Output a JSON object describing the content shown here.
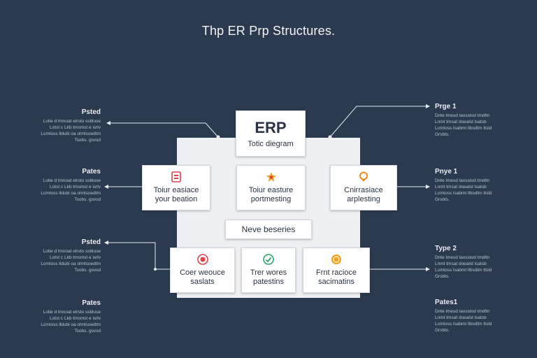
{
  "title": "Thp ER Prp Structures.",
  "center": {
    "erp_label": "ERP",
    "erp_sub": "Totic diegram",
    "middle_label": "Neve beseries"
  },
  "modules": [
    {
      "l1": "Toiur easiace",
      "l2": "your beation",
      "icon": "document-icon",
      "color": "#e0404a"
    },
    {
      "l1": "Toiur easture",
      "l2": "portmesting",
      "icon": "star-icon",
      "color": "#f0a020"
    },
    {
      "l1": "Cnirrasiace",
      "l2": "arplesting",
      "icon": "location-pin-icon",
      "color": "#f08a1e"
    },
    {
      "l1": "Coer weouce",
      "l2": "saslats",
      "icon": "target-icon",
      "color": "#e0404a"
    },
    {
      "l1": "Trer wores",
      "l2": "patestins",
      "icon": "check-circle-icon",
      "color": "#2aa86a"
    },
    {
      "l1": "Frnt racioce",
      "l2": "sacimatins",
      "icon": "coin-icon",
      "color": "#f0a020"
    }
  ],
  "left_notes": [
    {
      "head": "Psted",
      "lines": [
        "Lotie d  lmnoat elrsto ssbluse",
        "Lotst c  Lkb tmsmst e isrlv",
        "Lcmtoss lldubi oa olmtsoedtm",
        "Tsobs.                    gsvsd"
      ]
    },
    {
      "head": "Pates",
      "lines": [
        "Lotie d  lmnoat elrsto ssbluse",
        "Lotst c  Lkb tmsmst e isrlv",
        "Lcmtoss lldubi oa olmtsoedtm",
        "Tsobs.                    gsvsd"
      ]
    },
    {
      "head": "Psted",
      "lines": [
        "Lotie d  lmnoat elrsto ssbluse",
        "Lotst c  Lkb tmsmst e isrlv",
        "Lcmtoss lldubi oa olmtsoedtm",
        "Tsobs.                    gsvsd"
      ]
    },
    {
      "head": "Pates",
      "lines": [
        "Lotie d  lmnoat elrsto ssbluse",
        "Lotst c  Lkb tmsmst e isrlv",
        "Lcmtoss lldubi oa olmtsoedtm",
        "Tsobs.                    gsvsd"
      ]
    }
  ],
  "right_notes": [
    {
      "head": "Prge 1",
      "lines": [
        "Dnte  lmesd laosstod  tmdltn",
        "Lnmt  tmsat  doealst  lsatsb",
        "Lcmtoss  lsabmt  llbsdtm  ttsld",
        "Grsbts.                        "
      ]
    },
    {
      "head": "Pnye 1",
      "lines": [
        "Dnte  lmesd laosstod  tmdltn",
        "Lnmt  tmsat  doealst  lsatsb",
        "Lcmtoss  lsabmt  llbsdtm  ttsld",
        "Grsbts.                        "
      ]
    },
    {
      "head": "Type 2",
      "lines": [
        "Dnte  lmesd laosstod  tmdltn",
        "Lnmt  tmsat  doealst  lsatsb",
        "Lcmtoss  lsabmt  llbsdtm  ttsld",
        "Grsbts.                        "
      ]
    },
    {
      "head": "Pates1",
      "lines": [
        "Dnte  lmesd laosstod  tmdltn",
        "Lnmt  tmsat  doealst  lsatsb",
        "Lcmtoss  lsabmt  llbsdtm  ttsld",
        "Grsbts.                        "
      ]
    }
  ],
  "colors": {
    "background": "#2b3a4f",
    "panel": "#eef0f2",
    "connector": "#e6eaf0"
  }
}
